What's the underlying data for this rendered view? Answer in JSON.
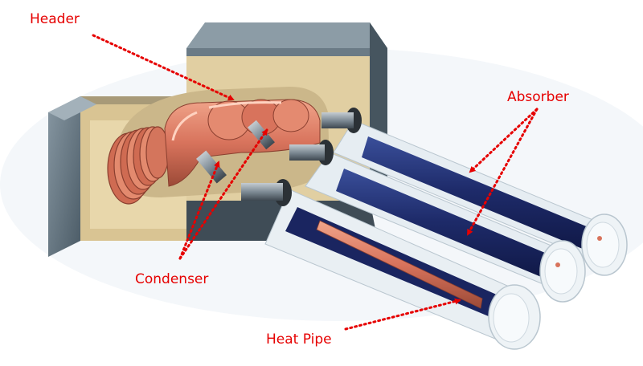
{
  "labels": {
    "header": "Header",
    "absorber": "Absorber",
    "condenser": "Condenser",
    "heat_pipe": "Heat Pipe"
  },
  "colors": {
    "label_text": "#e60000",
    "arrow": "#e60000",
    "manifold_housing": "#5a6c78",
    "manifold_top": "#7d8f99",
    "insulation": "#ddc99a",
    "copper": "#d8735c",
    "absorber_blue": "#1e2b6a",
    "glass": "#dde6ec"
  }
}
